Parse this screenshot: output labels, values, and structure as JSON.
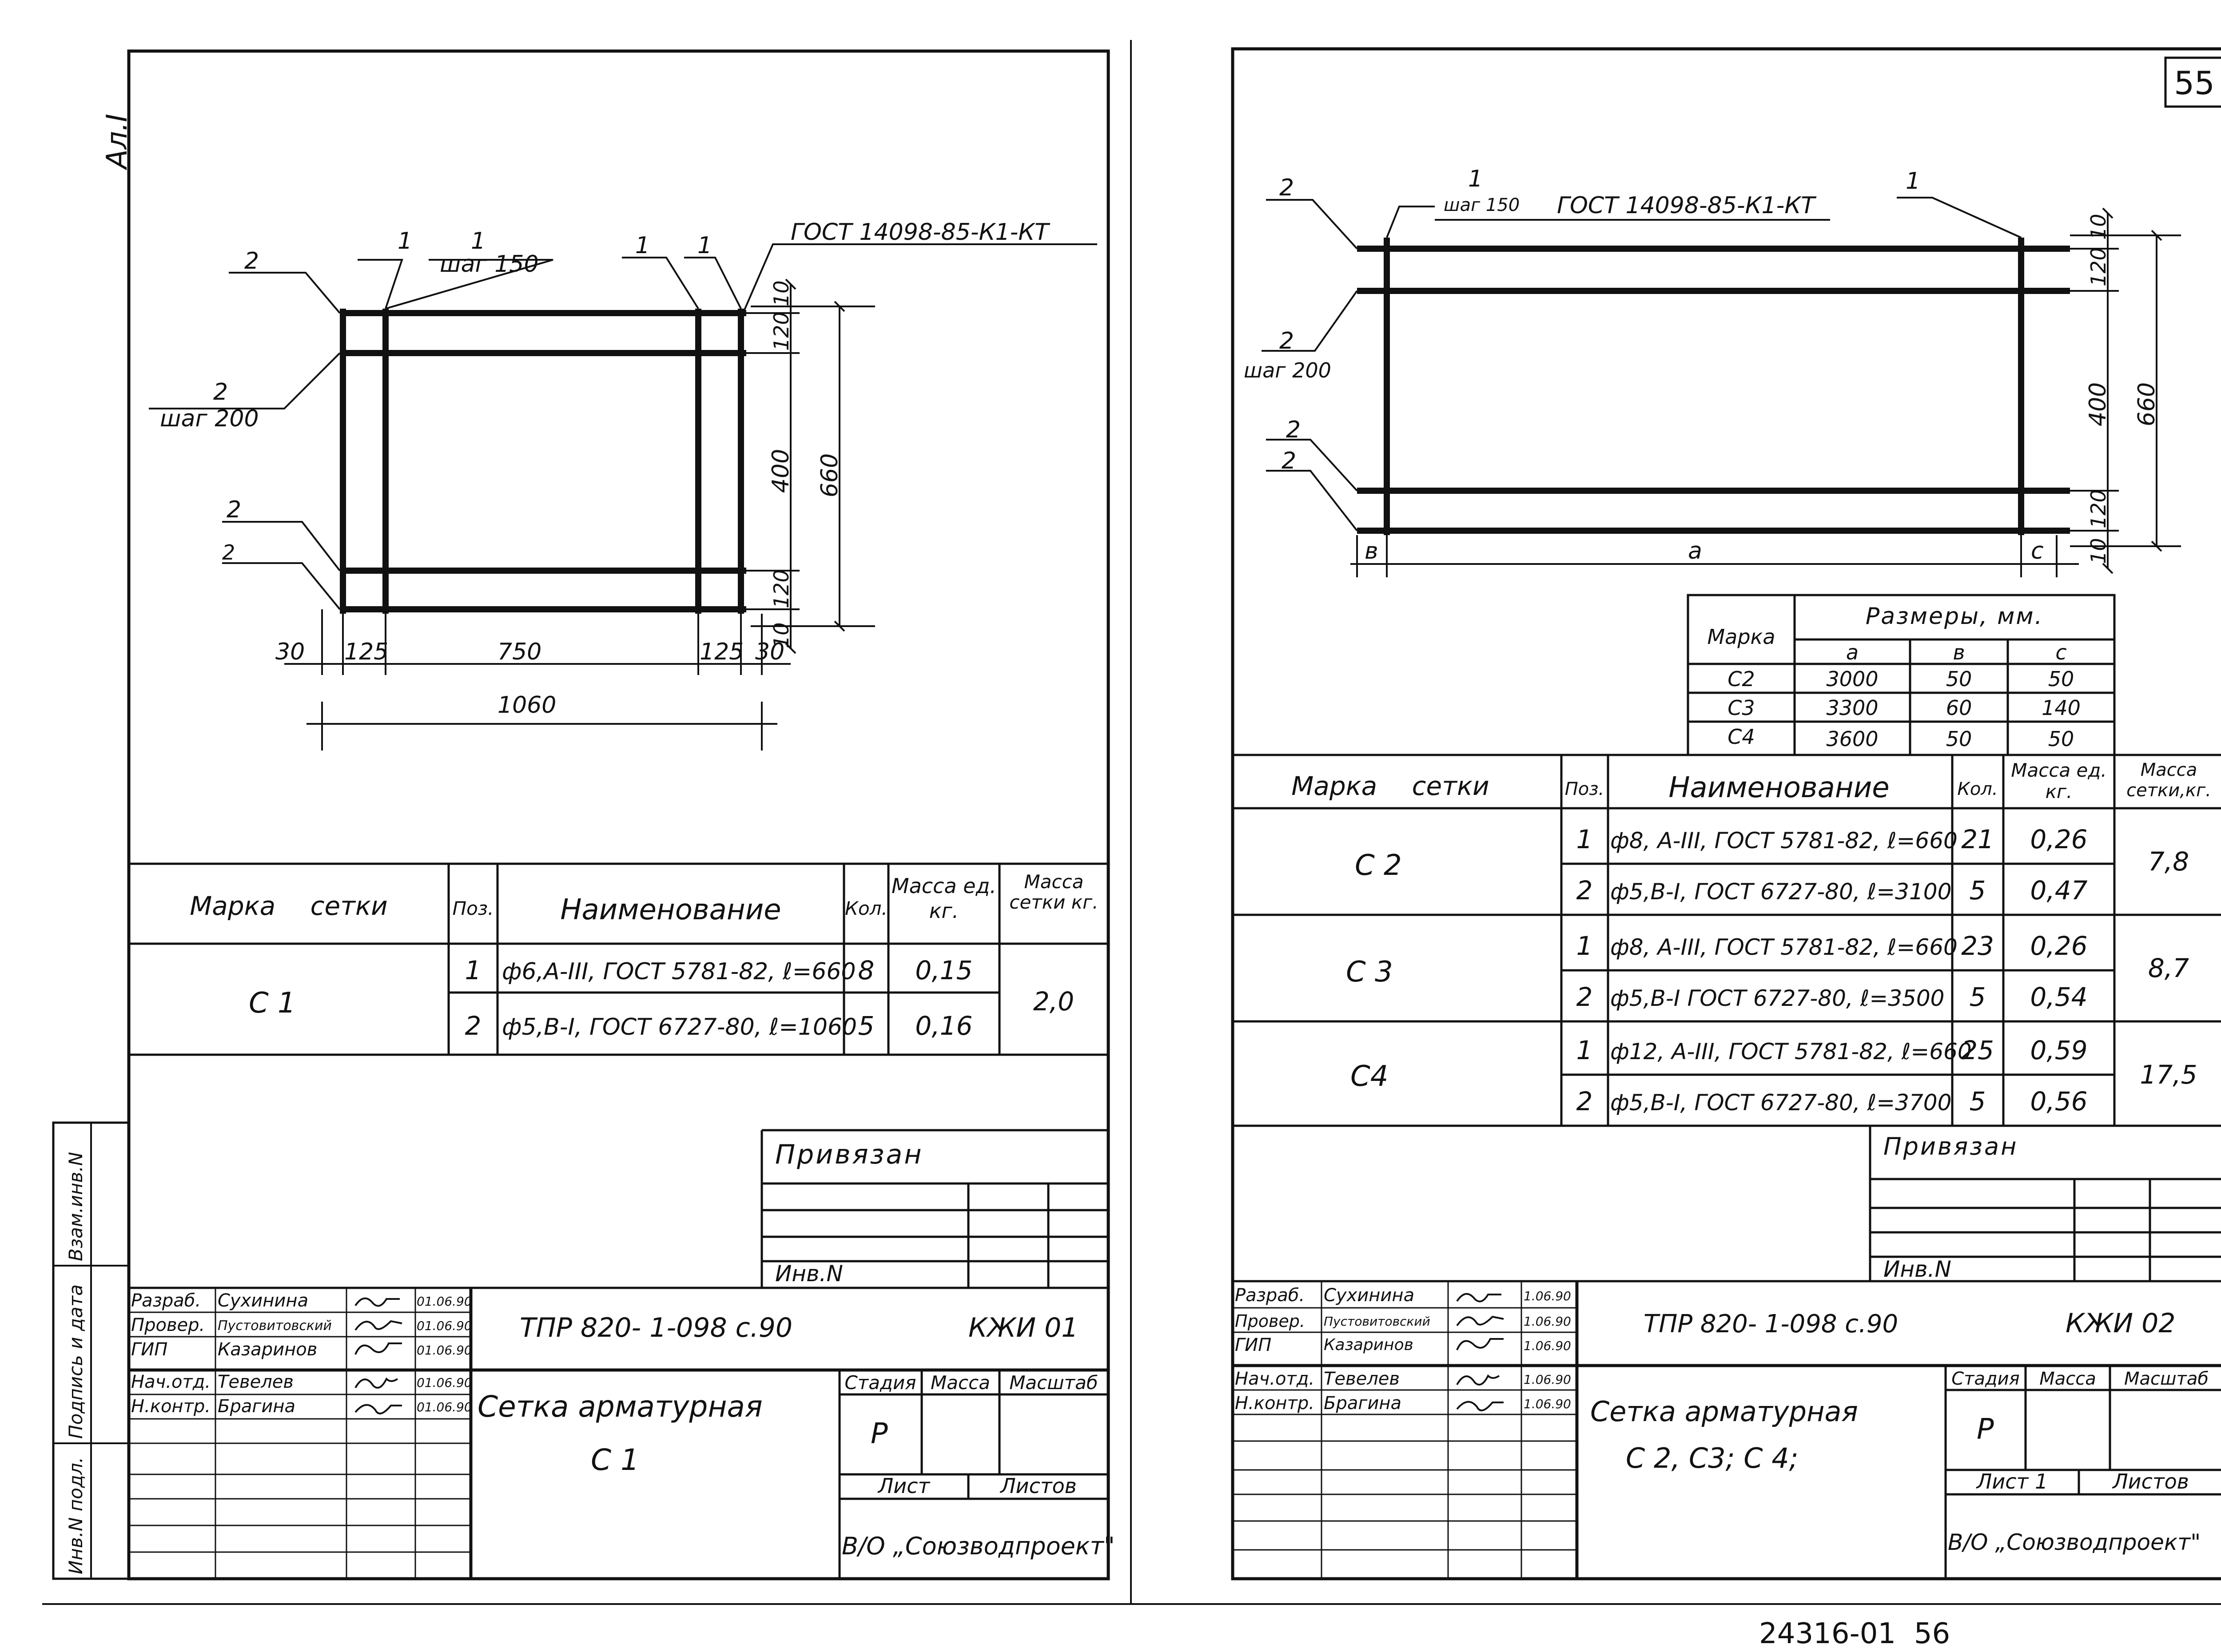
{
  "sheet_ids": {
    "left": "Ал.I",
    "right_page_no": "55",
    "bottom_number": "24316-01  56"
  },
  "side_strip": [
    "Взам.инв.N",
    "Подпись и дата",
    "Инв.N подл."
  ],
  "sheet1": {
    "drawing": {
      "pos_1": "1",
      "pos_2": "2",
      "step_1": "шаг 150",
      "step_2": "шаг 200",
      "gost": "ГОСТ 14098-85-К1-КТ",
      "dim_10": "10",
      "dim_120": "120",
      "dim_400": "400",
      "dim_660": "660",
      "dim_30": "30",
      "dim_125": "125",
      "dim_750": "750",
      "dim_1060": "1060"
    },
    "spec_headers": {
      "mark": "Марка сетки",
      "pos": "Поз.",
      "name": "Наименование",
      "qty": "Кол.",
      "unit_mass": "Масса ед. кг.",
      "net_mass": "Масса сетки кг."
    },
    "spec": [
      {
        "mark": "С 1",
        "net_mass": "2,0",
        "rows": [
          {
            "pos": "1",
            "name": "ф6,А-III, ГОСТ 5781-82, ℓ=660",
            "qty": "8",
            "mass": "0,15"
          },
          {
            "pos": "2",
            "name": "ф5,В-I, ГОСТ 6727-80, ℓ=1060",
            "qty": "5",
            "mass": "0,16"
          }
        ]
      }
    ],
    "privyazan": "Привязан",
    "inv": "Инв.N",
    "stamp": {
      "people": [
        {
          "role": "Разраб.",
          "name": "Сухинина",
          "date": "01.06.90"
        },
        {
          "role": "Провер.",
          "name": "Пустовитовский",
          "date": "01.06.90"
        },
        {
          "role": "ГИП",
          "name": "Казаринов",
          "date": "01.06.90"
        },
        {
          "role": "Нач.отд.",
          "name": "Тевелев",
          "date": "01.06.90"
        },
        {
          "role": "Н.контр.",
          "name": "Брагина",
          "date": "01.06.90"
        }
      ],
      "project": "ТПР 820- 1-098 с.90",
      "code": "КЖИ 01",
      "title_line1": "Сетка арматурная",
      "title_line2": "С 1",
      "stage_h": "Стадия",
      "mass_h": "Масса",
      "scale_h": "Масштаб",
      "stage": "Р",
      "sheet_h": "Лист",
      "sheets_h": "Листов",
      "org": "В/О „Союзводпроект\""
    }
  },
  "sheet2": {
    "drawing": {
      "pos_1": "1",
      "pos_2": "2",
      "step_1": "шаг 150",
      "step_2": "шаг 200",
      "gost": "ГОСТ 14098-85-К1-КТ",
      "dim_10": "10",
      "dim_120": "120",
      "dim_400": "400",
      "dim_660": "660",
      "lbl_b": "в",
      "lbl_a": "а",
      "lbl_c": "с"
    },
    "dims_table": {
      "mark_h": "Марка",
      "group_h": "Размеры, мм.",
      "cols": [
        "а",
        "в",
        "с"
      ],
      "rows": [
        {
          "mark": "С2",
          "a": "3000",
          "b": "50",
          "c": "50"
        },
        {
          "mark": "С3",
          "a": "3300",
          "b": "60",
          "c": "140"
        },
        {
          "mark": "С4",
          "a": "3600",
          "b": "50",
          "c": "50"
        }
      ]
    },
    "spec_headers": {
      "mark": "Марка сетки",
      "pos": "Поз.",
      "name": "Наименование",
      "qty": "Кол.",
      "unit_mass": "Масса ед. кг.",
      "net_mass": "Масса сетки,кг."
    },
    "spec": [
      {
        "mark": "С 2",
        "net_mass": "7,8",
        "rows": [
          {
            "pos": "1",
            "name": "ф8, А-III, ГОСТ 5781-82, ℓ=660",
            "qty": "21",
            "mass": "0,26"
          },
          {
            "pos": "2",
            "name": "ф5,В-I, ГОСТ 6727-80, ℓ=3100",
            "qty": "5",
            "mass": "0,47"
          }
        ]
      },
      {
        "mark": "С 3",
        "net_mass": "8,7",
        "rows": [
          {
            "pos": "1",
            "name": "ф8, А-III, ГОСТ 5781-82, ℓ=660",
            "qty": "23",
            "mass": "0,26"
          },
          {
            "pos": "2",
            "name": "ф5,В-I ГОСТ 6727-80, ℓ=3500",
            "qty": "5",
            "mass": "0,54"
          }
        ]
      },
      {
        "mark": "С4",
        "net_mass": "17,5",
        "rows": [
          {
            "pos": "1",
            "name": "ф12, А-III, ГОСТ 5781-82, ℓ=660",
            "qty": "25",
            "mass": "0,59"
          },
          {
            "pos": "2",
            "name": "ф5,В-I, ГОСТ 6727-80, ℓ=3700",
            "qty": "5",
            "mass": "0,56"
          }
        ]
      }
    ],
    "privyazan": "Привязан",
    "inv": "Инв.N",
    "stamp": {
      "people": [
        {
          "role": "Разраб.",
          "name": "Сухинина",
          "date": "1.06.90"
        },
        {
          "role": "Провер.",
          "name": "Пустовитовский",
          "date": "1.06.90"
        },
        {
          "role": "ГИП",
          "name": "Казаринов",
          "date": "1.06.90"
        },
        {
          "role": "Нач.отд.",
          "name": "Тевелев",
          "date": "1.06.90"
        },
        {
          "role": "Н.контр.",
          "name": "Брагина",
          "date": "1.06.90"
        }
      ],
      "project": "ТПР 820- 1-098 с.90",
      "code": "КЖИ 02",
      "title_line1": "Сетка арматурная",
      "title_line2": "С 2, С3; С 4;",
      "stage_h": "Стадия",
      "mass_h": "Масса",
      "scale_h": "Масштаб",
      "stage": "Р",
      "sheet_h": "Лист 1",
      "sheets_h": "Листов",
      "org": "В/О „Союзводпроект\""
    }
  },
  "colors": {
    "ink": "#111111",
    "paper": "#ffffff"
  }
}
